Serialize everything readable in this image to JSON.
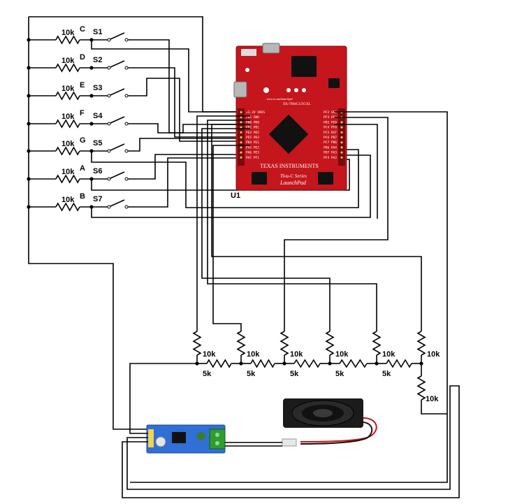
{
  "keys": [
    {
      "note": "C",
      "switch": "S1",
      "resistor": "10k"
    },
    {
      "note": "D",
      "switch": "S2",
      "resistor": "10k"
    },
    {
      "note": "E",
      "switch": "S3",
      "resistor": "10k"
    },
    {
      "note": "F",
      "switch": "S4",
      "resistor": "10k"
    },
    {
      "note": "G",
      "switch": "S5",
      "resistor": "10k"
    },
    {
      "note": "A",
      "switch": "S6",
      "resistor": "10k"
    },
    {
      "note": "B",
      "switch": "S7",
      "resistor": "10k"
    }
  ],
  "launchpad": {
    "ref": "U1",
    "brand": "TEXAS INSTRUMENTS",
    "series": "Tiva-C Series",
    "product": "LaunchPad",
    "chip": "EK-TM4C123GXL",
    "url": "www.ti.com/launchpad",
    "color": "#c4161c",
    "left_pins": [
      "+3.3V VBUS",
      "PB5 GND",
      "PB0 PD0",
      "PB1 PD1",
      "PE4 PD2",
      "PE5 PD3",
      "PB4 PE1",
      "PA5 PE2",
      "PA6 PE3",
      "PA7 PF1"
    ],
    "right_pins": [
      "PF2 GND",
      "PF3 PB2",
      "PB3 PE0",
      "PC4 PF0",
      "PC5 RST",
      "PC6 PB7",
      "PC7 PB6",
      "PD6 PA4",
      "PD7 PA3",
      "PF4 PA2"
    ]
  },
  "dac": {
    "ladder_resistors": [
      "5k",
      "5k",
      "5k",
      "5k",
      "5k"
    ],
    "vertical_resistors": [
      "10k",
      "10k",
      "10k",
      "10k",
      "10k",
      "10k"
    ],
    "terminator": "10k"
  },
  "amplifier_color": "#2f6fd6",
  "speaker_wire_color": "#d01010"
}
